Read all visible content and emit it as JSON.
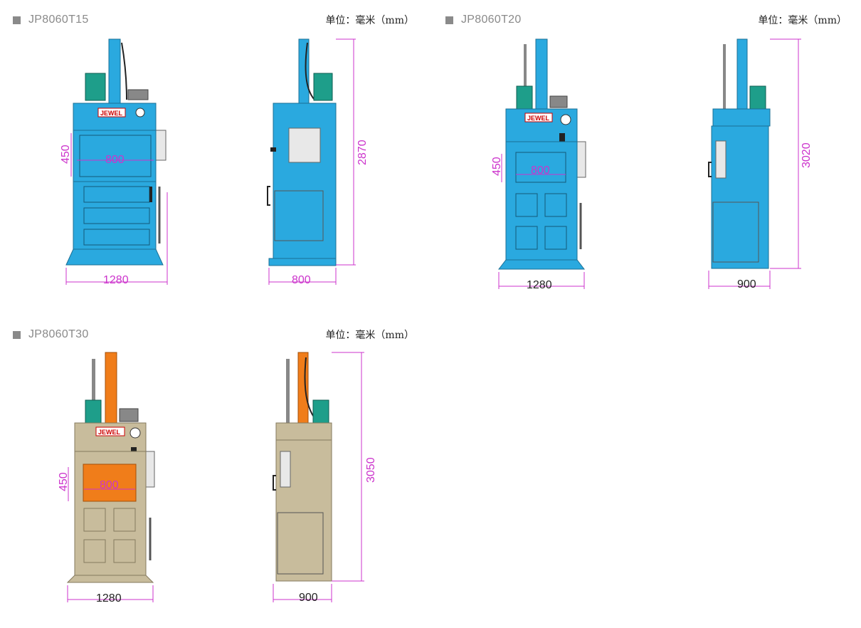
{
  "unit_label": "单位：毫米（mm）",
  "panels": [
    {
      "model": "JP8060T15",
      "color": "#2aa9df",
      "ram_color": "#2aa9df",
      "door_color": "#2aa9df",
      "dims": {
        "front_height": "450",
        "chamber_width": "800",
        "front_width": "1280",
        "side_width": "800",
        "total_height": "2870"
      },
      "logo": "JEWEL"
    },
    {
      "model": "JP8060T20",
      "color": "#2aa9df",
      "ram_color": "#2aa9df",
      "door_color": "#2aa9df",
      "dims": {
        "front_height": "450",
        "chamber_width": "800",
        "front_width": "1280",
        "side_width": "900",
        "total_height": "3020"
      },
      "logo": "JEWEL"
    },
    {
      "model": "JP8060T30",
      "color": "#c8bc9c",
      "ram_color": "#f07d1a",
      "door_color": "#f07d1a",
      "dims": {
        "front_height": "450",
        "chamber_width": "800",
        "front_width": "1280",
        "side_width": "900",
        "total_height": "3050"
      },
      "logo": "JEWEL"
    }
  ],
  "icons": {
    "header_marker": "square-bullet-icon"
  }
}
